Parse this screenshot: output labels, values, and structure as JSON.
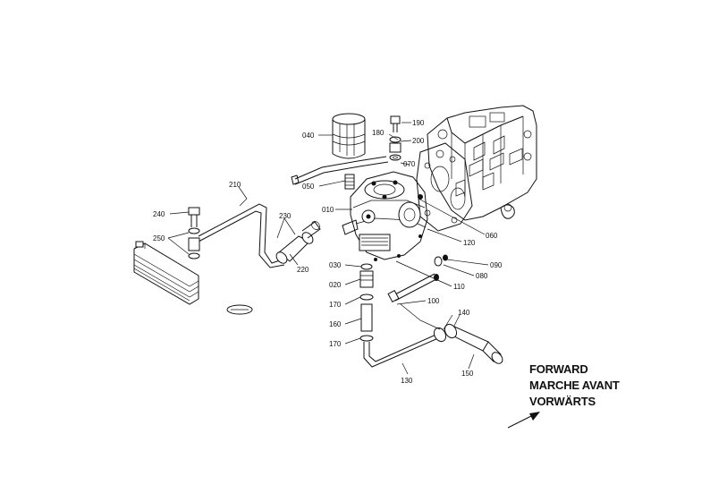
{
  "direction": {
    "line1": "FORWARD",
    "line2": "MARCHE AVANT",
    "line3": "VORWÄRTS"
  },
  "callouts": {
    "c010": "010",
    "c020": "020",
    "c030": "030",
    "c040": "040",
    "c050": "050",
    "c060": "060",
    "c070": "070",
    "c080": "080",
    "c090": "090",
    "c100": "100",
    "c110": "110",
    "c120": "120",
    "c130": "130",
    "c140": "140",
    "c150": "150",
    "c160": "160",
    "c170a": "170",
    "c170b": "170",
    "c180": "180",
    "c190": "190",
    "c200": "200",
    "c210": "210",
    "c220": "220",
    "c230": "230",
    "c240": "240",
    "c250": "250"
  },
  "colors": {
    "ink": "#111111",
    "paper": "#ffffff"
  }
}
